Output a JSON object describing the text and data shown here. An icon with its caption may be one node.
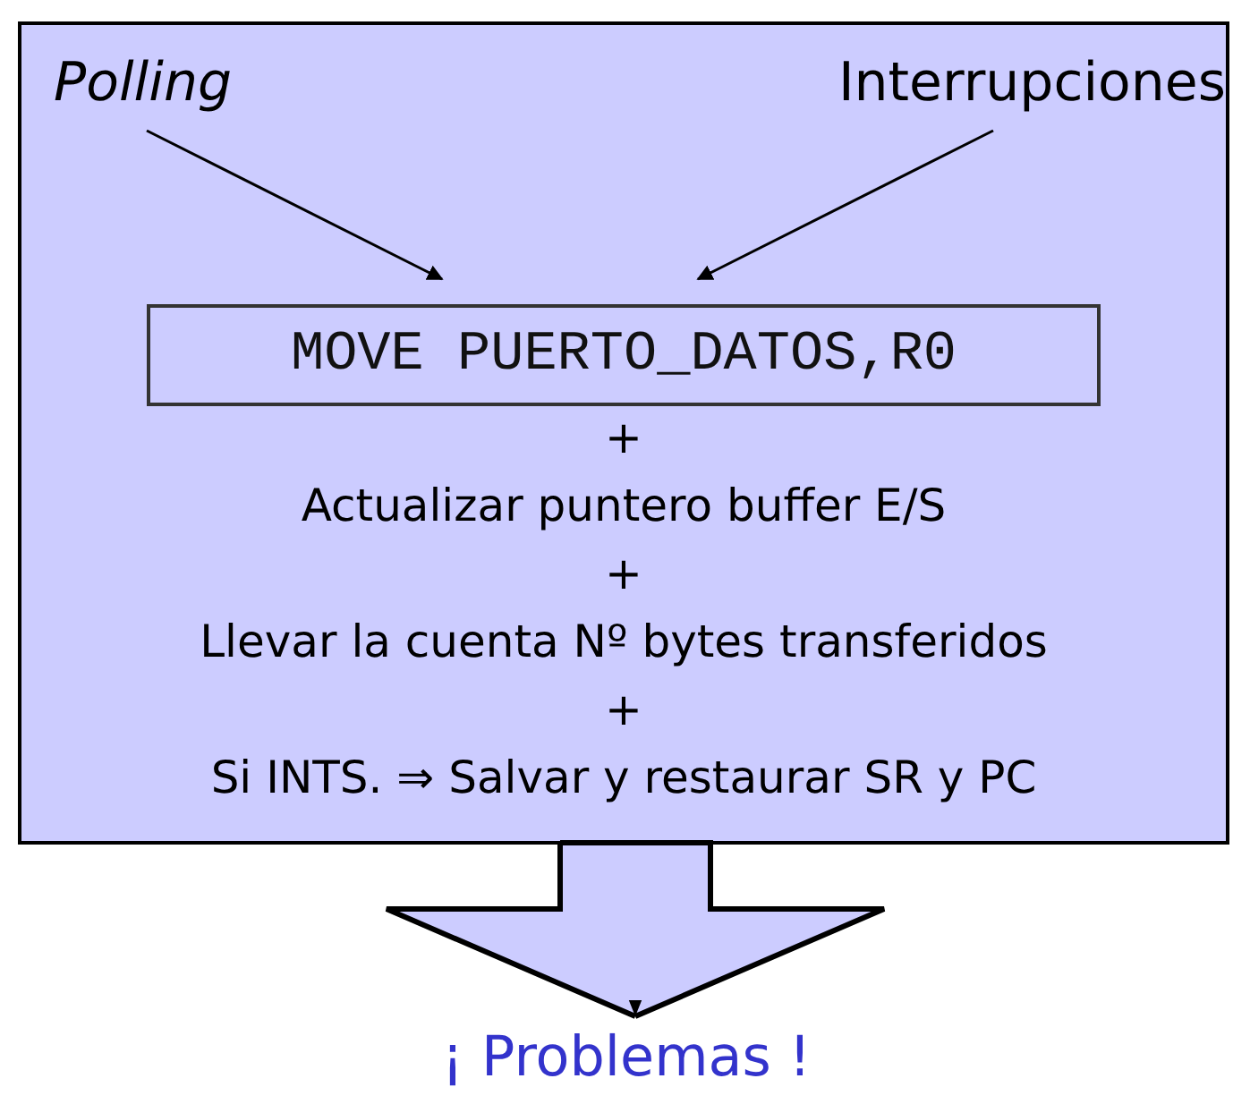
{
  "diagram": {
    "nodes": [
      {
        "text": [
          "+",
          "Actualizar puntero buffer E/S",
          "+",
          "Llevar la cuenta Nº bytes transferidos",
          "+",
          "Si INTS. ⇒ Salvar y restaurar SR y PC"
        ]
      },
      {
        "text": [
          "Polling"
        ],
        "in": 0
      },
      {
        "text": [
          "Interrupciones"
        ],
        "in": 0
      },
      {
        "text": [
          "MOVE PUERTO_DATOS,R0"
        ],
        "in": 0
      },
      {
        "text": [
          "¡ Problemas !"
        ]
      }
    ],
    "edges": [
      {
        "from": 1,
        "to": 3,
        "arrow": "to"
      },
      {
        "from": 2,
        "to": 3,
        "arrow": "to"
      },
      {
        "from": 0,
        "to": 4,
        "arrow": "to",
        "style": "thick"
      }
    ]
  }
}
